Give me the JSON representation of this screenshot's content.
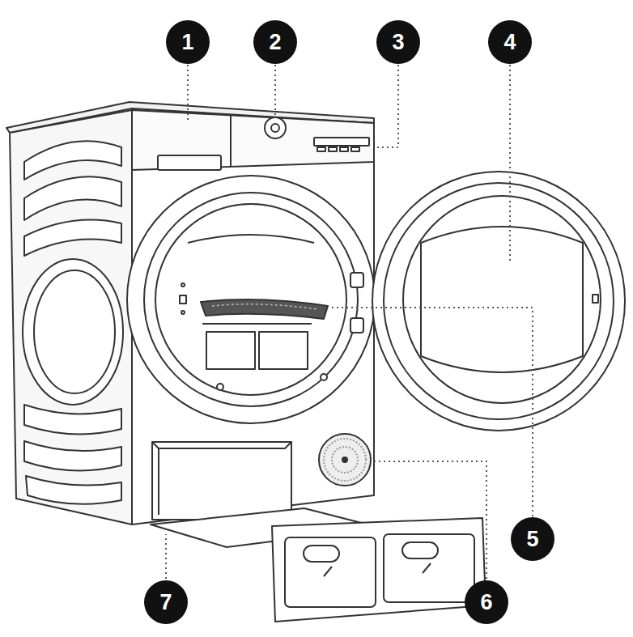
{
  "diagram": {
    "nodes": [
      {
        "text": [
          "1"
        ]
      },
      {
        "text": [
          "2"
        ]
      },
      {
        "text": [
          "3"
        ]
      },
      {
        "text": [
          "4"
        ]
      },
      {
        "text": [
          "5"
        ]
      },
      {
        "text": [
          "7"
        ]
      },
      {
        "text": [
          "6"
        ]
      }
    ]
  }
}
